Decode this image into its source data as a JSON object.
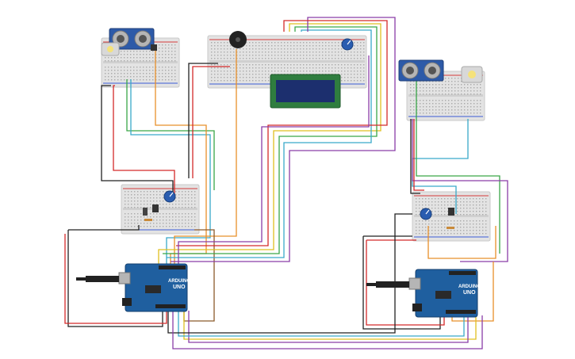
{
  "arduino_boards": [
    {
      "logo_text": "UNO",
      "brand_text": "ARDUINO"
    },
    {
      "logo_text": "UNO",
      "brand_text": "ARDUINO"
    }
  ],
  "colors": {
    "background": "#ffffff",
    "breadboard": "#e6e6e6",
    "breadboard_rail_red": "#d43b3b",
    "breadboard_rail_blue": "#3b5bd4",
    "arduino_board": "#1f5f9f",
    "lcd_frame": "#2f7d3f",
    "lcd_screen": "#1c2f6e",
    "sensor_board": "#2d5aa8",
    "buzzer": "#222222",
    "potentiometer": "#2a5db0",
    "wire_red": "#d42a2a",
    "wire_black": "#222222",
    "wire_orange": "#e8902a",
    "wire_yellow": "#e0c020",
    "wire_green": "#3aa648",
    "wire_purple": "#8a3da8",
    "wire_cyan": "#39a9c9",
    "wire_brown": "#8b5a2b",
    "usb_cable": "#222222"
  },
  "icons": [
    "ultrasonic-sensor-icon",
    "pir-sensor-icon",
    "buzzer-icon",
    "potentiometer-icon",
    "lcd-icon",
    "usb-cable-icon"
  ]
}
